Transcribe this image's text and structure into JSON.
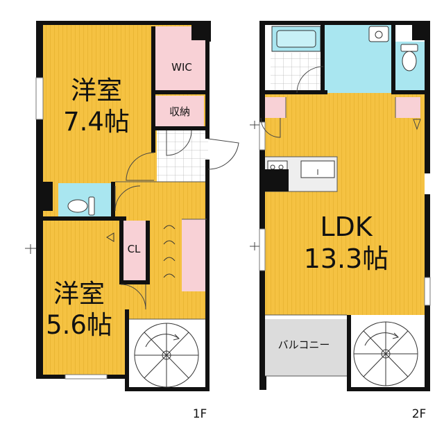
{
  "floors": {
    "first": {
      "label": "1F",
      "bedroom1": {
        "name": "洋室",
        "size": "7.4帖"
      },
      "wic": "WIC",
      "storage": "収納",
      "closet": "CL",
      "bedroom2": {
        "name": "洋室",
        "size": "5.6帖"
      }
    },
    "second": {
      "label": "2F",
      "ldk": {
        "name": "LDK",
        "size": "13.3帖"
      },
      "balcony": "バルコニー"
    }
  },
  "colors": {
    "floor_wood": "#f5c242",
    "floor_stripe": "#e3ad2a",
    "closet_pink": "#f8d1d6",
    "water_blue": "#a9e6f0",
    "tile_gray": "#e2e2e2",
    "balcony_gray": "#dcdcdc",
    "wall": "#111111"
  }
}
